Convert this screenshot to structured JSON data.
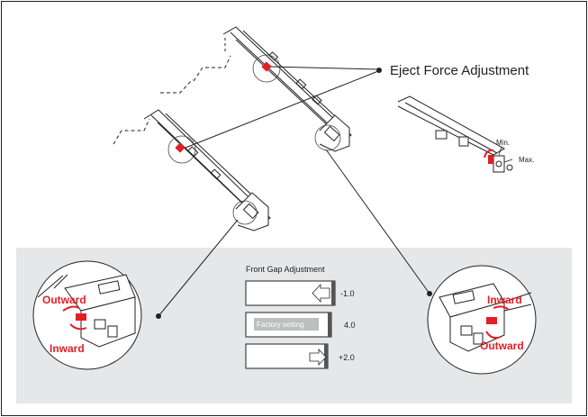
{
  "labels": {
    "eject_force": "Eject Force Adjustment",
    "min": "Min.",
    "max": "Max.",
    "front_gap_title": "Front Gap Adjustment",
    "left_outward": "Outward",
    "left_inward": "Inward",
    "right_inward": "Inward",
    "right_outward": "Outward"
  },
  "gap_rows": [
    {
      "value": "-1.0",
      "arrow": "left"
    },
    {
      "value": "4.0",
      "badge": "Factory setting"
    },
    {
      "value": "+2.0",
      "arrow": "right"
    }
  ],
  "colors": {
    "accent": "#e31e24",
    "panel": "#e6e7e8",
    "line": "#222222"
  }
}
